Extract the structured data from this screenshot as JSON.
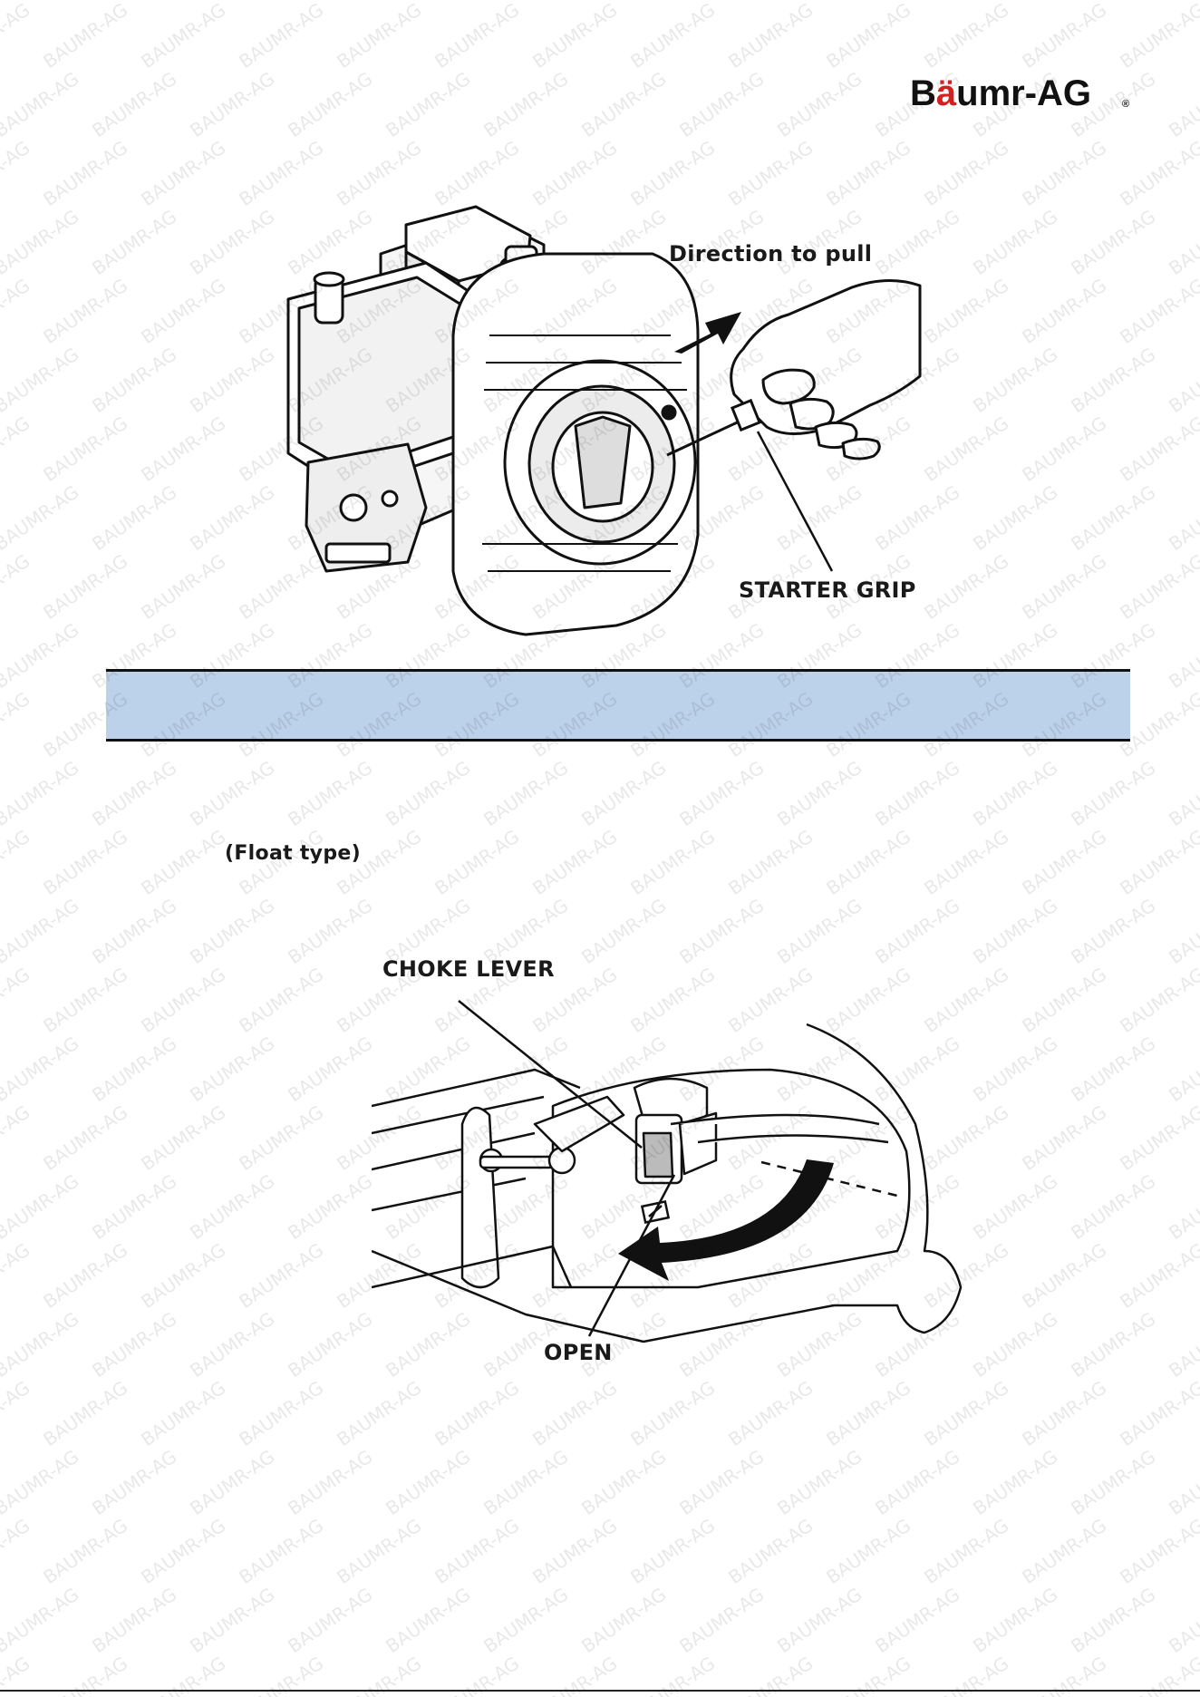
{
  "brand": {
    "logo_text": "Bäumr-AG",
    "logo_reg_mark": "®",
    "watermark_text": "BAUMR-AG",
    "colors": {
      "logo_umlaut_a": "#d42020",
      "logo_text": "#111111",
      "section_bar": "#bcd2ea"
    }
  },
  "figure_1": {
    "label_direction": "Direction to pull",
    "label_grip": "STARTER GRIP",
    "icons": [
      "engine-drawing",
      "hand-icon",
      "arrow-icon"
    ]
  },
  "section_bar": {
    "heading": ""
  },
  "figure_2": {
    "caption": "(Float type)",
    "label_choke": "CHOKE LEVER",
    "label_open": "OPEN",
    "icons": [
      "carburetor-drawing",
      "curved-arrow-icon"
    ]
  }
}
